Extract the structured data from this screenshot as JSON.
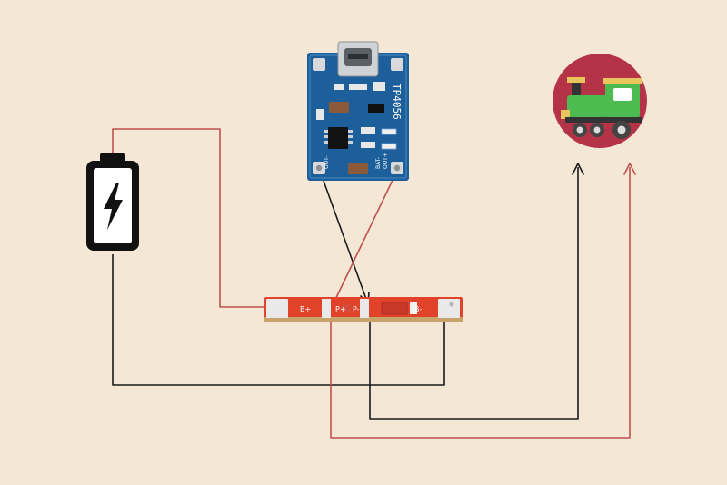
{
  "charger_module": {
    "chip_label": "TP4056",
    "pin_left": "OUT-",
    "pin_right": "OUT+",
    "pin_bat": "BAT-"
  },
  "protection_board": {
    "pads": [
      "B+",
      "P+",
      "P-",
      "B-"
    ]
  },
  "icons": [
    "battery-icon",
    "lightning-icon",
    "train-icon",
    "usb-port-icon"
  ],
  "colors": {
    "background": "#f4e7d6",
    "wire_black": "#1a1a1a",
    "wire_red": "#c0504d",
    "pcb_blue": "#1d5f9a",
    "protection_red": "#e0432a",
    "train_circle": "#b53347",
    "train_body": "#4cbb50"
  }
}
